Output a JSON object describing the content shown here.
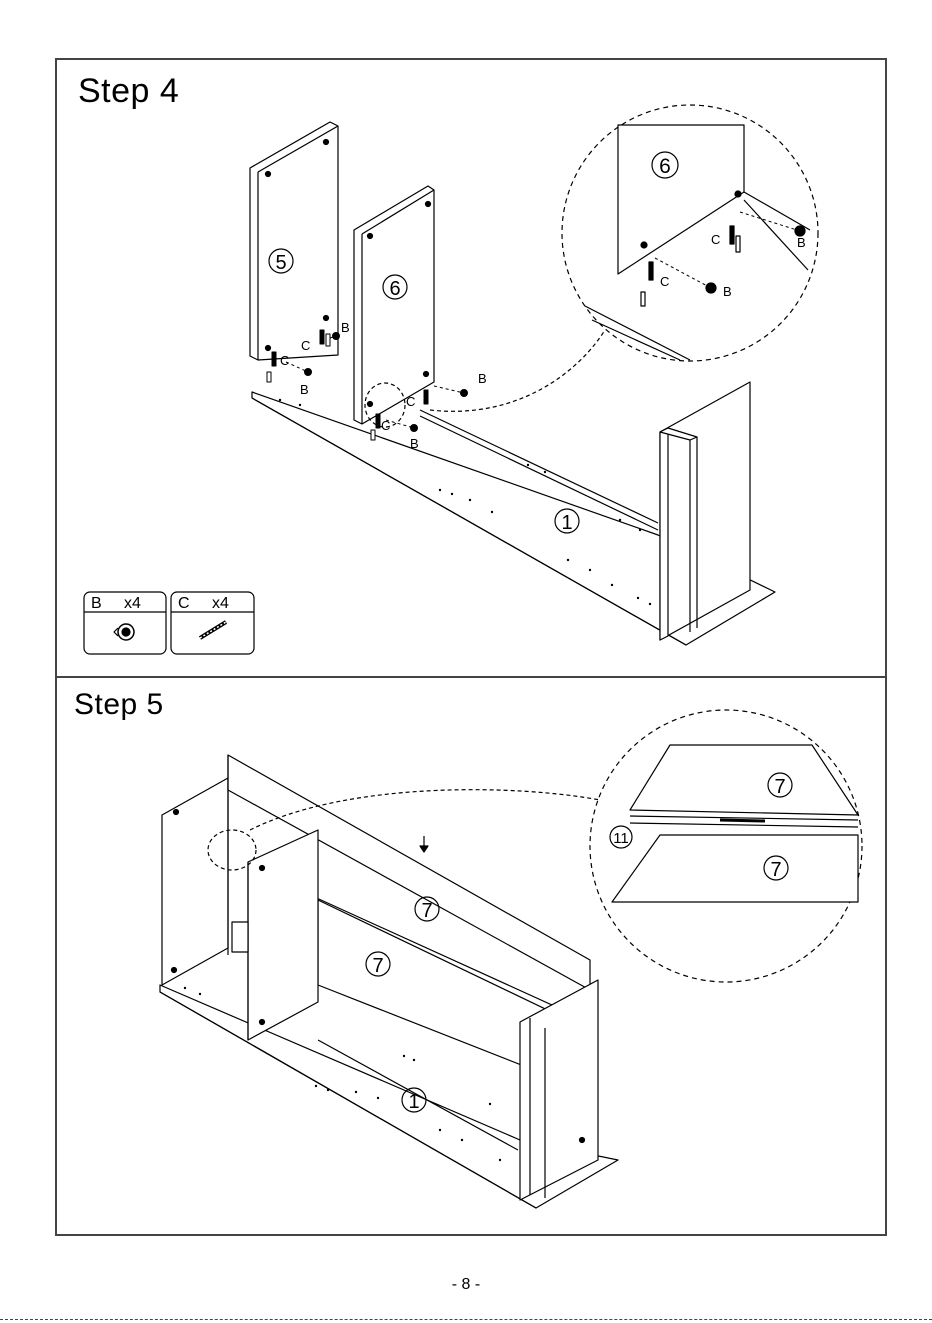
{
  "step4": {
    "title": "Step 4",
    "labels": {
      "panel5": "5",
      "panel6": "6",
      "base": "1",
      "detail": "6"
    },
    "hardware": {
      "b": "B",
      "c": "C"
    },
    "parts_box": [
      {
        "letter": "B",
        "qty": "x4",
        "icon": "cam-lock-icon"
      },
      {
        "letter": "C",
        "qty": "x4",
        "icon": "dowel-bolt-icon"
      }
    ]
  },
  "step5": {
    "title": "Step 5",
    "labels": {
      "back_upper": "7",
      "back_lower": "7",
      "base": "1",
      "detail_upper": "7",
      "detail_lower": "7",
      "connector": "11"
    }
  },
  "footer": {
    "page": "- 8 -"
  }
}
